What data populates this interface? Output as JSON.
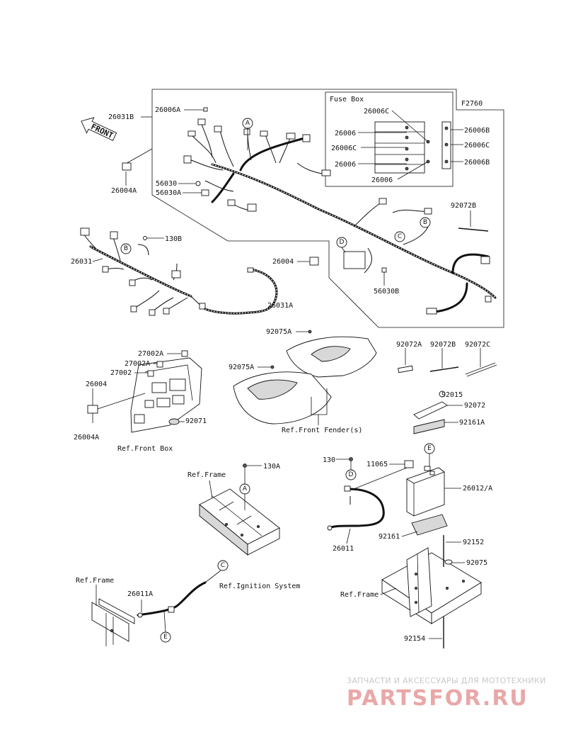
{
  "diagram": {
    "figure_code": "F2760",
    "fuse_box_title": "Fuse Box",
    "front_label": "FRONT",
    "parts": {
      "p26031B": "26031B",
      "p26006A": "26006A",
      "p26004A_top": "26004A",
      "p56030": "56030",
      "p56030A": "56030A",
      "p26006C_1": "26006C",
      "p26006_1": "26006",
      "p26006C_2": "26006C",
      "p26006_2": "26006",
      "p26006_3": "26006",
      "p26006B_1": "26006B",
      "p26006C_3": "26006C",
      "p26006B_2": "26006B",
      "p92072B_top": "92072B",
      "p130B": "130B",
      "p26031": "26031",
      "p26004_mid": "26004",
      "p56030B": "56030B",
      "p26031A": "26031A",
      "p92075A_1": "92075A",
      "p92075A_2": "92075A",
      "p27002A_1": "27002A",
      "p27002A_2": "27002A",
      "p27002": "27002",
      "p26004_left": "26004",
      "p26004A_left": "26004A",
      "p92071": "92071",
      "p92072A": "92072A",
      "p92072B": "92072B",
      "p92072C": "92072C",
      "p92015": "92015",
      "p92072": "92072",
      "p92161A": "92161A",
      "p130": "130",
      "p11065": "11065",
      "p26012A": "26012/A",
      "p130A": "130A",
      "p26011": "26011",
      "p92161": "92161",
      "p92152": "92152",
      "p92075": "92075",
      "p26011A": "26011A",
      "p92154": "92154"
    },
    "refs": {
      "front_fender": "Ref.Front Fender(s)",
      "front_box": "Ref.Front Box",
      "frame_1": "Ref.Frame",
      "frame_2": "Ref.Frame",
      "frame_3": "Ref.Frame",
      "ignition": "Ref.Ignition System"
    },
    "callouts": {
      "A": "A",
      "B": "B",
      "C": "C",
      "D": "D",
      "E": "E"
    }
  },
  "watermark": {
    "line1": "ЗАПЧАСТИ И АКСЕССУАРЫ ДЛЯ МОТОТЕХНИКИ",
    "logo": "PARTSFOR.RU",
    "color": "#e9a8a8"
  }
}
